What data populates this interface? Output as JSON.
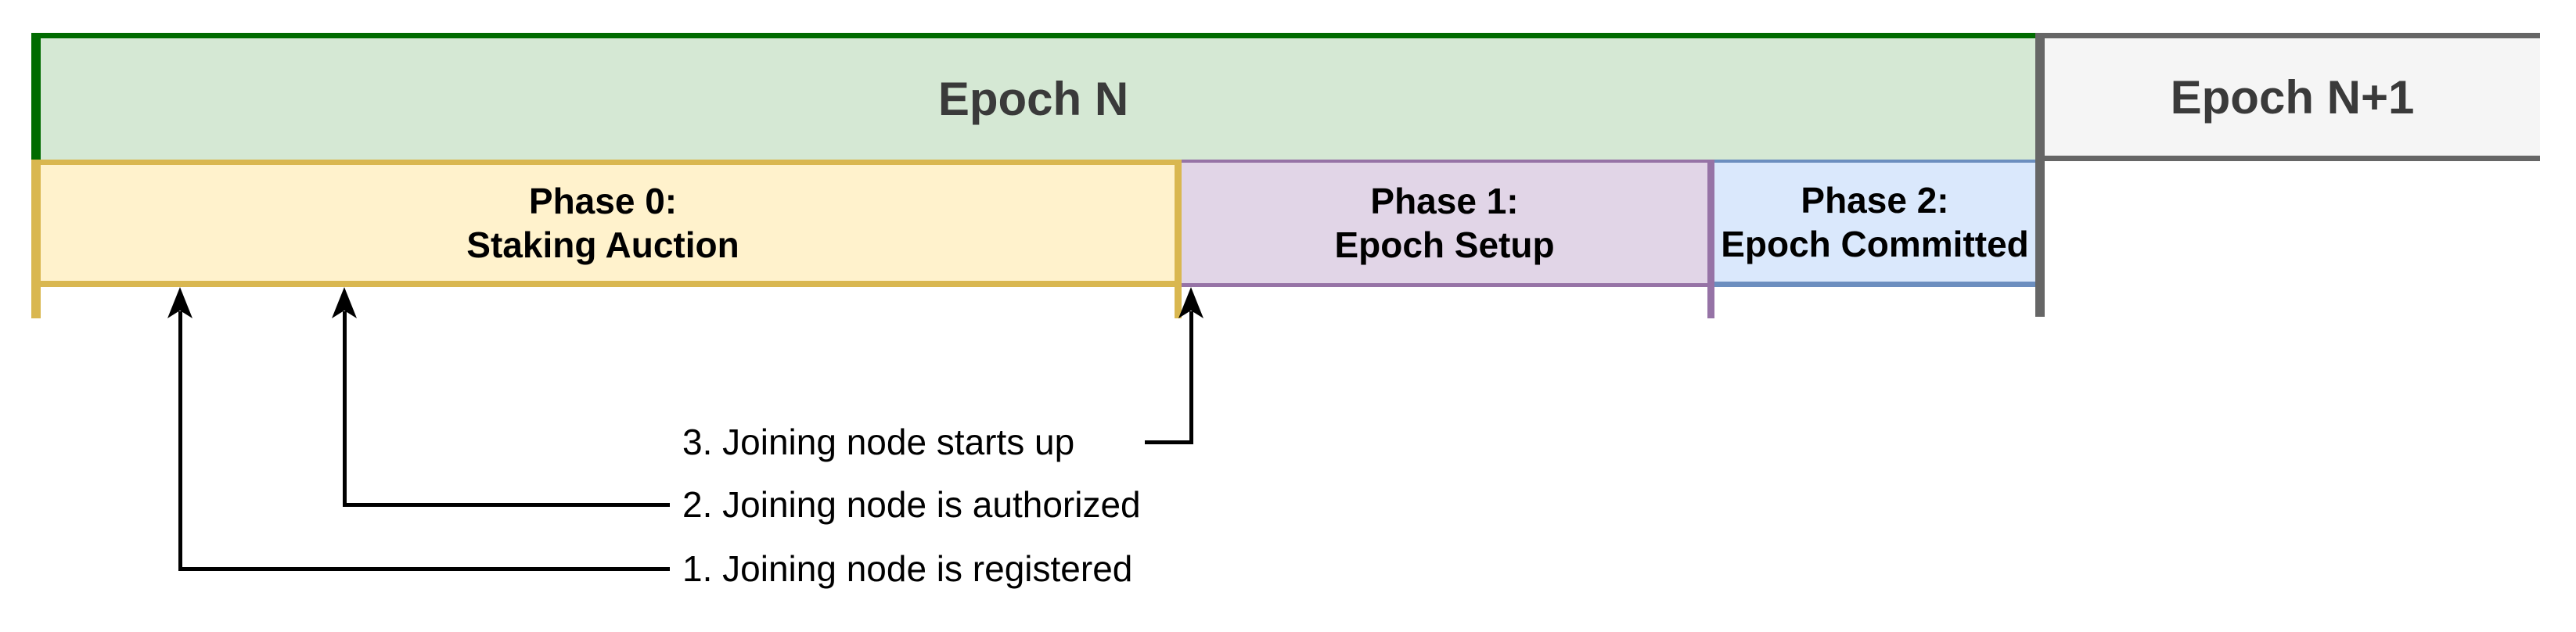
{
  "diagram": {
    "epochs": [
      {
        "label": "Epoch N"
      },
      {
        "label": "Epoch N+1"
      }
    ],
    "phases": [
      {
        "title": "Phase 0:",
        "subtitle": "Staking Auction"
      },
      {
        "title": "Phase 1:",
        "subtitle": "Epoch Setup"
      },
      {
        "title": "Phase 2:",
        "subtitle": "Epoch Committed"
      }
    ],
    "annotations": [
      {
        "label": "3. Joining node starts up"
      },
      {
        "label": "2. Joining node is authorized"
      },
      {
        "label": "1. Joining node is registered"
      }
    ],
    "palette": {
      "epoch_n_fill": "#D5E8D4",
      "epoch_n_marker": "#006B00",
      "epoch_next_fill": "#F5F5F5",
      "epoch_next_border": "#666666",
      "phase0_fill": "#FFF2CC",
      "phase0_border": "#D9B750",
      "phase1_fill": "#E1D5E7",
      "phase1_border": "#9673A6",
      "phase2_fill": "#DAE8FC",
      "phase2_border": "#6C8EBF",
      "epoch_text": "#3A3A3A",
      "arrow_color": "#000000"
    }
  }
}
